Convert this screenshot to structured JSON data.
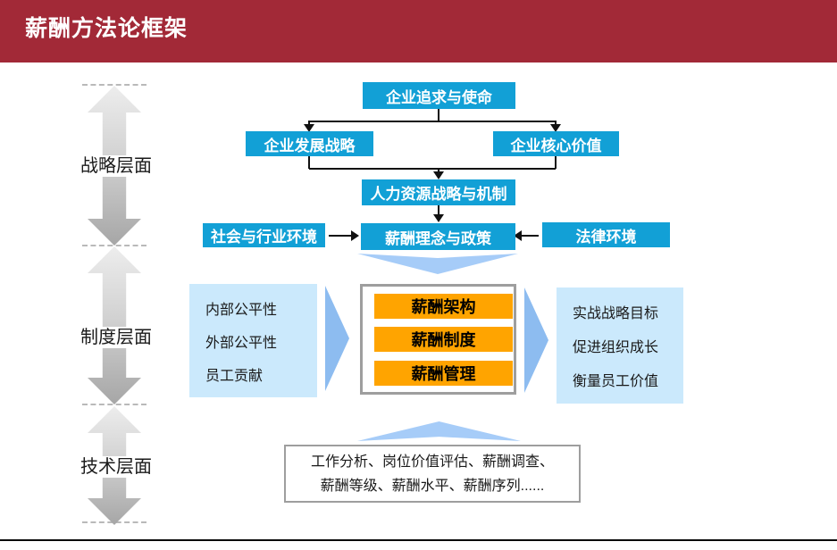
{
  "header": {
    "title": "薪酬方法论框架"
  },
  "rail": {
    "levels": [
      {
        "label": "战略层面"
      },
      {
        "label": "制度层面"
      },
      {
        "label": "技术层面"
      }
    ]
  },
  "flow": {
    "mission": "企业追求与使命",
    "development_strategy": "企业发展战略",
    "core_value": "企业核心价值",
    "hr_strategy": "人力资源战略与机制",
    "social_industry_env": "社会与行业环境",
    "comp_philosophy_policy": "薪酬理念与政策",
    "legal_env": "法律环境"
  },
  "system": {
    "inputs": [
      "内部公平性",
      "外部公平性",
      "员工贡献"
    ],
    "core": [
      "薪酬架构",
      "薪酬制度",
      "薪酬管理"
    ],
    "outcomes": [
      "实战战略目标",
      "促进组织成长",
      "衡量员工价值"
    ]
  },
  "technique": {
    "line1": "工作分析、岗位价值评估、薪酬调查、",
    "line2": "薪酬等级、薪酬水平、薪酬序列......"
  },
  "colors": {
    "header_red": "#a22937",
    "process_blue": "#12a0d6",
    "highlight_orange": "#ffa400",
    "panel_light_blue": "#cbe9fc",
    "side_arrow_blue": "#8dbcf0",
    "chevron_blue": "#a6ccf8"
  }
}
